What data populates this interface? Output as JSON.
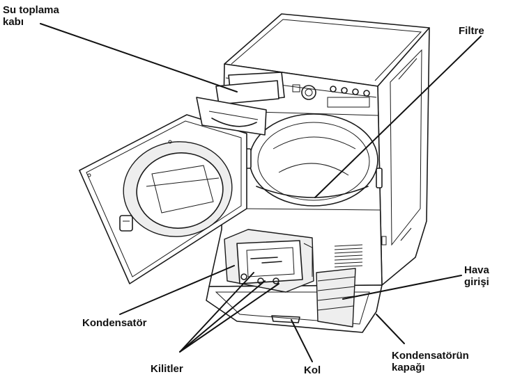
{
  "labels": {
    "water_container": [
      "Su toplama",
      "kabı"
    ],
    "filter": "Filtre",
    "air_intake": [
      "Hava",
      "girişi"
    ],
    "condenser": "Kondensatör",
    "locks": "Kilitler",
    "handle": "Kol",
    "condenser_cover": [
      "Kondensatörün",
      "kapağı"
    ]
  }
}
